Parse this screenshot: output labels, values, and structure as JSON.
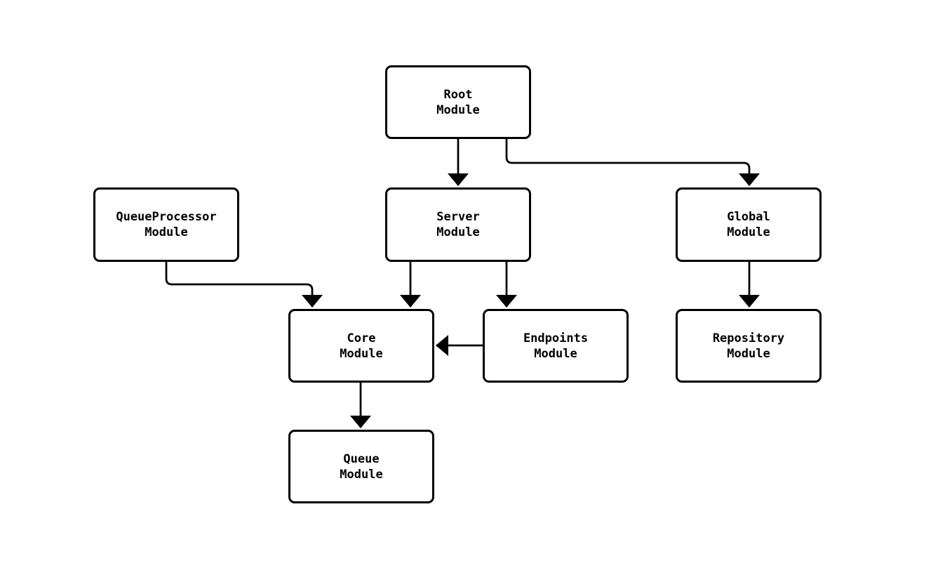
{
  "diagram": {
    "type": "flowchart",
    "background_color": "#ffffff",
    "stroke_color": "#000000",
    "node_fill_color": "#ffffff",
    "text_color": "#000000",
    "nodes": [
      {
        "id": "root",
        "line1": "Root",
        "line2": "Module"
      },
      {
        "id": "queueprocessor",
        "line1": "QueueProcessor",
        "line2": "Module"
      },
      {
        "id": "server",
        "line1": "Server",
        "line2": "Module"
      },
      {
        "id": "global",
        "line1": "Global",
        "line2": "Module"
      },
      {
        "id": "core",
        "line1": "Core",
        "line2": "Module"
      },
      {
        "id": "endpoints",
        "line1": "Endpoints",
        "line2": "Module"
      },
      {
        "id": "repository",
        "line1": "Repository",
        "line2": "Module"
      },
      {
        "id": "queue",
        "line1": "Queue",
        "line2": "Module"
      }
    ],
    "edges": [
      {
        "from": "root",
        "to": "server"
      },
      {
        "from": "root",
        "to": "global"
      },
      {
        "from": "queueprocessor",
        "to": "core"
      },
      {
        "from": "server",
        "to": "core"
      },
      {
        "from": "server",
        "to": "endpoints"
      },
      {
        "from": "global",
        "to": "repository"
      },
      {
        "from": "endpoints",
        "to": "core"
      },
      {
        "from": "core",
        "to": "queue"
      }
    ]
  }
}
